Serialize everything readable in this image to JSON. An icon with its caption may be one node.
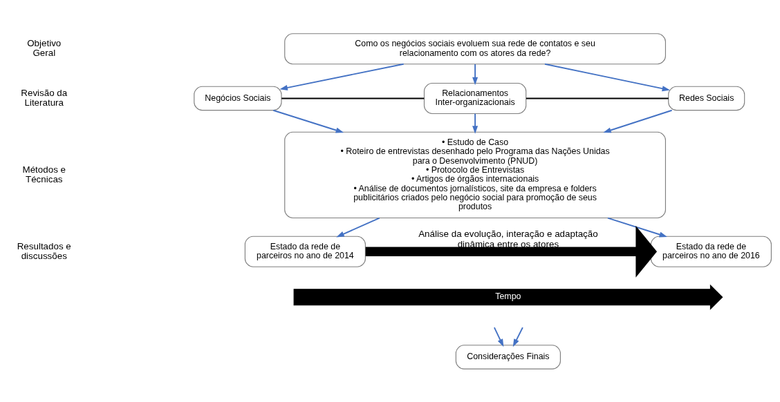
{
  "diagram": {
    "nodes": [
      {
        "text": [
          "Como os negócios sociais evoluem sua rede de contatos e seu relacionamento com os atores da rede?"
        ]
      },
      {
        "text": [
          "Negócios Sociais"
        ]
      },
      {
        "text": [
          "Relacionamentos Inter-organizacionais"
        ]
      },
      {
        "text": [
          "Redes Sociais"
        ]
      },
      {
        "text": [
          "• Estudo de Caso",
          "• Roteiro de entrevistas desenhado pelo Programa das Nações Unidas para o Desenvolvimento (PNUD)",
          "• Protocolo de Entrevistas",
          "• Artigos de órgãos internacionais",
          "• Análise de documentos jornalísticos, site da empresa e folders publicitários criados pelo negócio social para promoção de seus produtos"
        ]
      },
      {
        "text": [
          "Estado da rede de parceiros no ano de 2014"
        ]
      },
      {
        "text": [
          "Estado da rede de parceiros no ano de 2016"
        ]
      },
      {
        "text": [
          "Tempo"
        ]
      },
      {
        "text": [
          "Considerações Finais"
        ]
      }
    ],
    "edges": [
      {
        "from": 0,
        "to": 1,
        "arrow": "to"
      },
      {
        "from": 0,
        "to": 2,
        "arrow": "to"
      },
      {
        "from": 0,
        "to": 3,
        "arrow": "to"
      },
      {
        "from": 1,
        "to": 2,
        "arrow": "none",
        "color": "#000000"
      },
      {
        "from": 2,
        "to": 3,
        "arrow": "none",
        "color": "#000000"
      },
      {
        "from": 1,
        "to": 4,
        "arrow": "to"
      },
      {
        "from": 2,
        "to": 4,
        "arrow": "to"
      },
      {
        "from": 3,
        "to": 4,
        "arrow": "to"
      },
      {
        "from": 4,
        "to": 5,
        "arrow": "to"
      },
      {
        "from": 4,
        "to": 6,
        "arrow": "to"
      },
      {
        "from": 5,
        "to": 6,
        "arrow": "to",
        "label": "Análise da evolução, interação e adaptação dinâmica entre os atores",
        "style": "thick",
        "color": "#000000"
      },
      {
        "from": null,
        "to": 8,
        "arrow": "to"
      },
      {
        "from": null,
        "to": 8,
        "arrow": "to"
      }
    ],
    "labels": [
      "Objetivo Geral",
      "Revisão da Literatura",
      "Métodos e Técnicas",
      "Resultados e discussões"
    ]
  }
}
